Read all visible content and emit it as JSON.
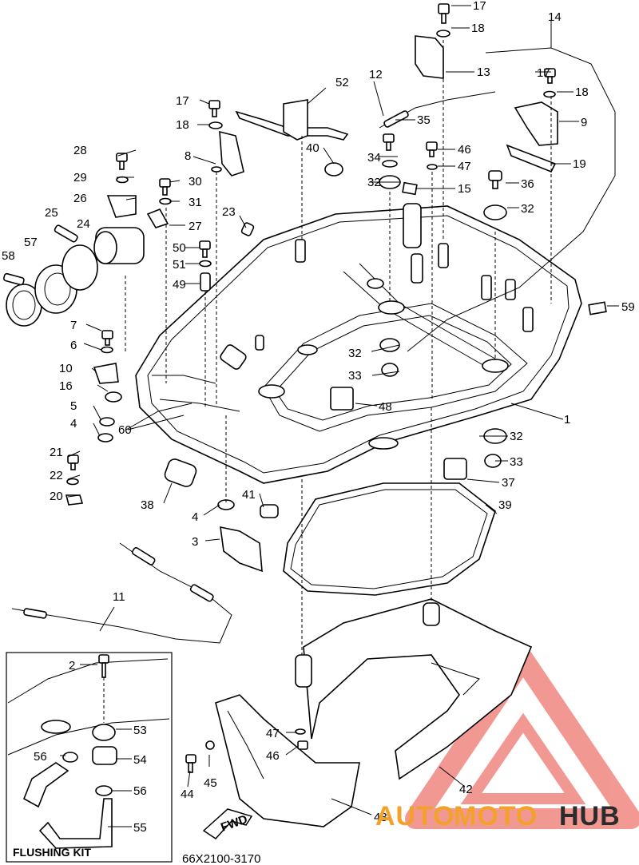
{
  "diagram": {
    "code": "66X2100-3170",
    "flushing_kit_title": "FLUSHING KIT",
    "labels": {
      "p1": "1",
      "p2": "2",
      "p3": "3",
      "p4a": "4",
      "p4b": "4",
      "p5": "5",
      "p6": "6",
      "p7": "7",
      "p8": "8",
      "p9": "9",
      "p10": "10",
      "p11": "11",
      "p12": "12",
      "p13": "13",
      "p14": "14",
      "p15": "15",
      "p16": "16",
      "p17a": "17",
      "p17b": "17",
      "p17c": "17",
      "p18a": "18",
      "p18b": "18",
      "p18c": "18",
      "p19": "19",
      "p20": "20",
      "p21": "21",
      "p22": "22",
      "p23": "23",
      "p24": "24",
      "p25": "25",
      "p26": "26",
      "p27": "27",
      "p28": "28",
      "p29": "29",
      "p30": "30",
      "p31": "31",
      "p32a": "32",
      "p32b": "32",
      "p32c": "32",
      "p32d": "32",
      "p33a": "33",
      "p33b": "33",
      "p34": "34",
      "p35": "35",
      "p36": "36",
      "p37": "37",
      "p38": "38",
      "p39": "39",
      "p40": "40",
      "p41": "41",
      "p42": "42",
      "p43": "43",
      "p44": "44",
      "p45": "45",
      "p46a": "46",
      "p46b": "46",
      "p47a": "47",
      "p47b": "47",
      "p48": "48",
      "p49": "49",
      "p50": "50",
      "p51": "51",
      "p52": "52",
      "p53": "53",
      "p54": "54",
      "p55": "55",
      "p56a": "56",
      "p56b": "56",
      "p57": "57",
      "p58": "58",
      "p59": "59",
      "p60": "60"
    },
    "fwd_label": "FWD"
  },
  "watermark": {
    "text_auto": "AUTO",
    "text_moto": "MOTO",
    "text_hub": "HUB",
    "color_auto": "#f3a12a",
    "color_hub": "#2b2b2b",
    "triangle_color": "#e8453c"
  }
}
